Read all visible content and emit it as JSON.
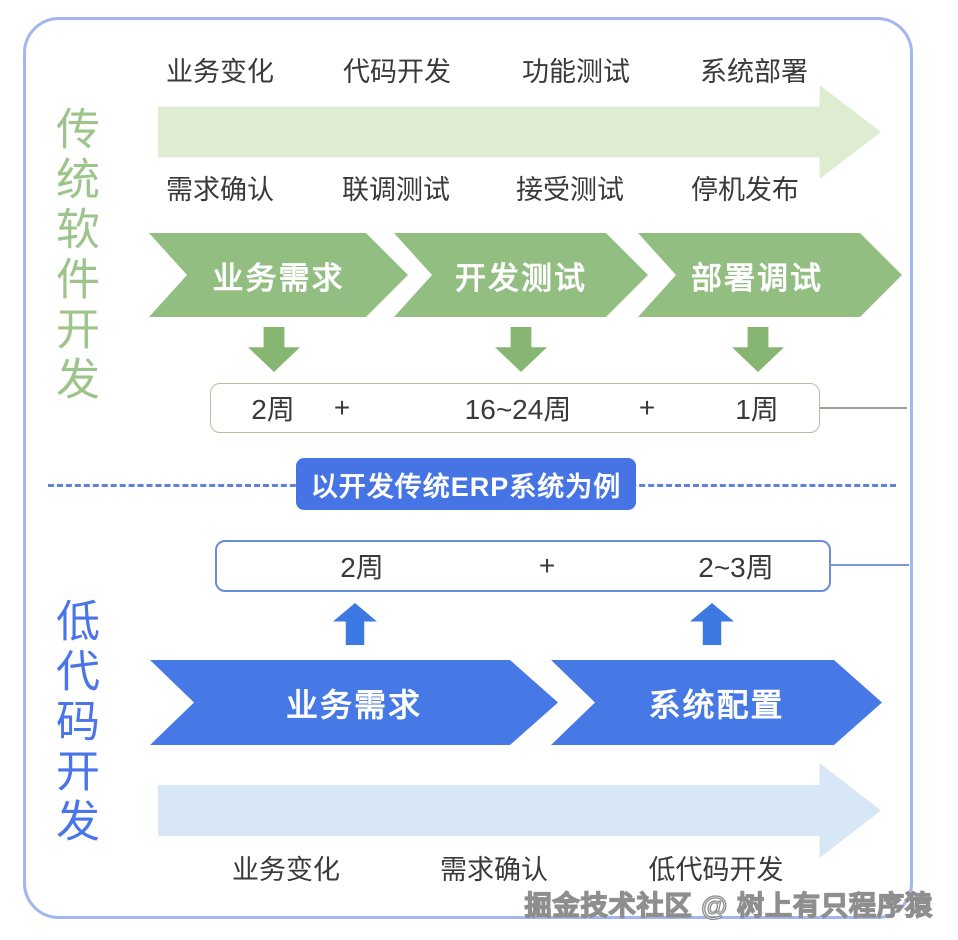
{
  "traditional": {
    "side_label": "传统软件开发",
    "timeline_top_labels": [
      "业务变化",
      "代码开发",
      "功能测试",
      "系统部署"
    ],
    "timeline_bottom_labels": [
      "需求确认",
      "联调测试",
      "接受测试",
      "停机发布"
    ],
    "stages": [
      "业务需求",
      "开发测试",
      "部署调试"
    ],
    "durations": {
      "parts": [
        "2周",
        "+",
        "16~24周",
        "+",
        "1周"
      ]
    }
  },
  "divider": {
    "example_label": "以开发传统ERP系统为例"
  },
  "lowcode": {
    "side_label": "低代码开发",
    "durations": {
      "parts": [
        "2周",
        "+",
        "2~3周"
      ]
    },
    "stages": [
      "业务需求",
      "系统配置"
    ],
    "timeline_labels": [
      "业务变化",
      "需求确认",
      "低代码开发"
    ]
  },
  "watermark": "掘金技术社区 @ 树上有只程序猿",
  "icons": {
    "timeline_arrow": "right-block-arrow",
    "stage_shape": "chevron-right-banner",
    "down_arrow": "block-arrow-down",
    "up_arrow": "block-arrow-up"
  },
  "colors": {
    "green_stage": "#93be81",
    "green_small_arrow": "#87b673",
    "green_timeline": "#deedd2",
    "green_side_text": "#9cc48b",
    "blue_stage": "#4678e6",
    "blue_small_arrow": "#3c79e2",
    "blue_timeline": "#d7e7f6",
    "blue_side_text": "#4a74e9",
    "example_box_bg": "#4674e5",
    "dash_line": "#5e82da",
    "frame_border": "#a2b7ef",
    "label_text": "#3a3a3a"
  }
}
